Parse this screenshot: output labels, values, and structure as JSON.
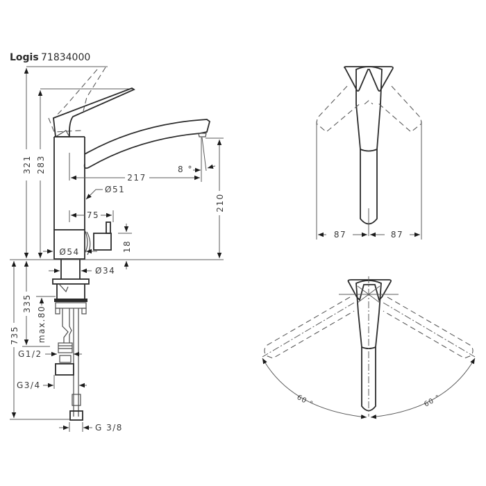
{
  "title": {
    "series": "Logis",
    "model": "71834000"
  },
  "side_view": {
    "dimensions": {
      "total_height": "321",
      "spout_height": "283",
      "reach": "217",
      "spout_angle": "8 °",
      "body_diameter": "Ø51",
      "lever_offset": "75",
      "base_diameter": "Ø54",
      "lever_height": "18",
      "outlet_height": "210",
      "shank_diameter": "Ø34",
      "total_length": "735",
      "shank_length": "335",
      "max_counter_thickness": "max.80",
      "thread_1": "G1/2",
      "thread_2": "G3/4",
      "thread_3": "G 3/8"
    }
  },
  "top_view": {
    "dimensions": {
      "left_reach": "87",
      "right_reach": "87"
    }
  },
  "swivel_view": {
    "dimensions": {
      "left_angle": "60 °",
      "right_angle": "60 °"
    }
  },
  "colors": {
    "line": "#4a4a4a",
    "background": "#ffffff"
  }
}
